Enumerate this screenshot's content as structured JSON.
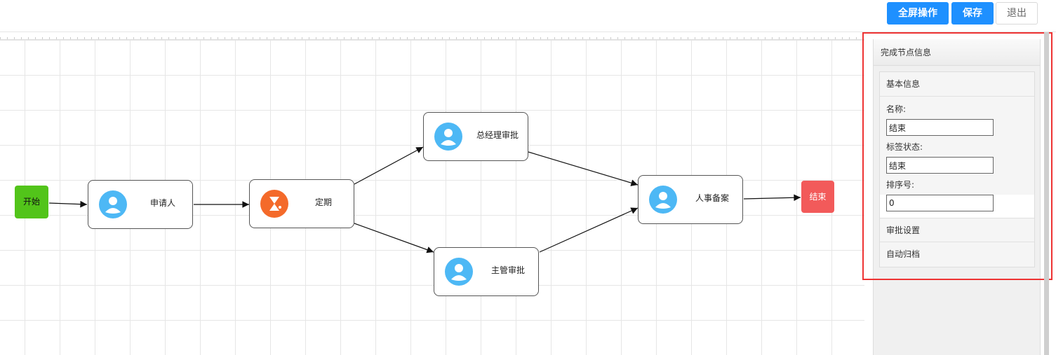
{
  "toolbar": {
    "fullscreen_label": "全屏操作",
    "save_label": "保存",
    "exit_label": "退出"
  },
  "flow": {
    "start_label": "开始",
    "end_label": "结束",
    "nodes": [
      {
        "label": "申请人",
        "icon": "user-icon",
        "color": "#4db8f5"
      },
      {
        "label": "定期",
        "icon": "hourglass-icon",
        "color": "#f46a2a"
      },
      {
        "label": "总经理审批",
        "icon": "user-icon",
        "color": "#4db8f5"
      },
      {
        "label": "主管审批",
        "icon": "user-icon",
        "color": "#4db8f5"
      },
      {
        "label": "人事备案",
        "icon": "user-icon",
        "color": "#4db8f5"
      }
    ],
    "start_color": "#52c41a",
    "end_color": "#f25a5a"
  },
  "panel": {
    "title": "完成节点信息",
    "basic_section": {
      "title": "基本信息",
      "name_label": "名称:",
      "name_value": "结束",
      "tag_label": "标签状态:",
      "tag_value": "结束",
      "order_label": "排序号:",
      "order_value": "0"
    },
    "approval_settings": "审批设置",
    "auto_archive": "自动归档"
  },
  "colors": {
    "primary": "#1e90ff",
    "highlight_border": "#e33333"
  }
}
